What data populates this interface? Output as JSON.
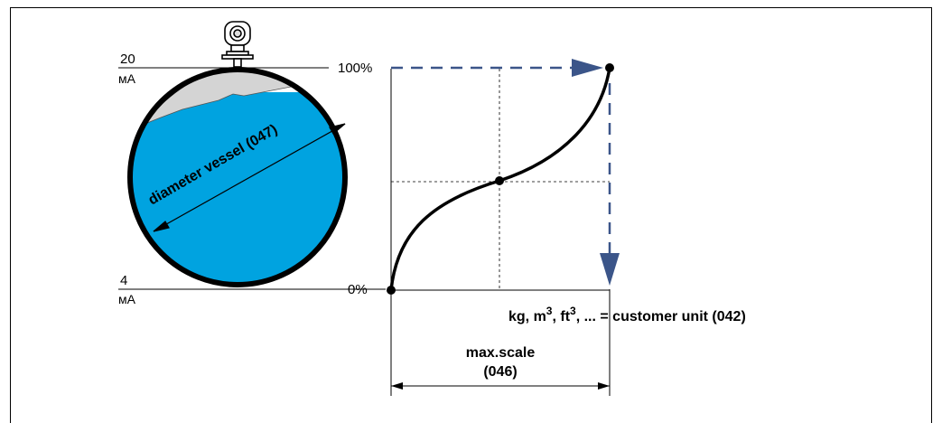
{
  "current_top": {
    "value": "20",
    "unit": "мА"
  },
  "current_bottom": {
    "value": "4",
    "unit": "мА"
  },
  "level_top": "100%",
  "level_bottom": "0%",
  "diameter_label": "diameter vessel (047)",
  "customer_unit": {
    "kg": "kg, m",
    "sup1": "3",
    "comma": ", ft",
    "sup2": "3",
    "rest": ", ... = customer unit (042)"
  },
  "max_scale": {
    "line1": "max.scale",
    "line2": "(046)"
  },
  "colors": {
    "liquid": "#00a3e0",
    "arrow": "#3b5589",
    "gas": "#d4d4d4"
  }
}
